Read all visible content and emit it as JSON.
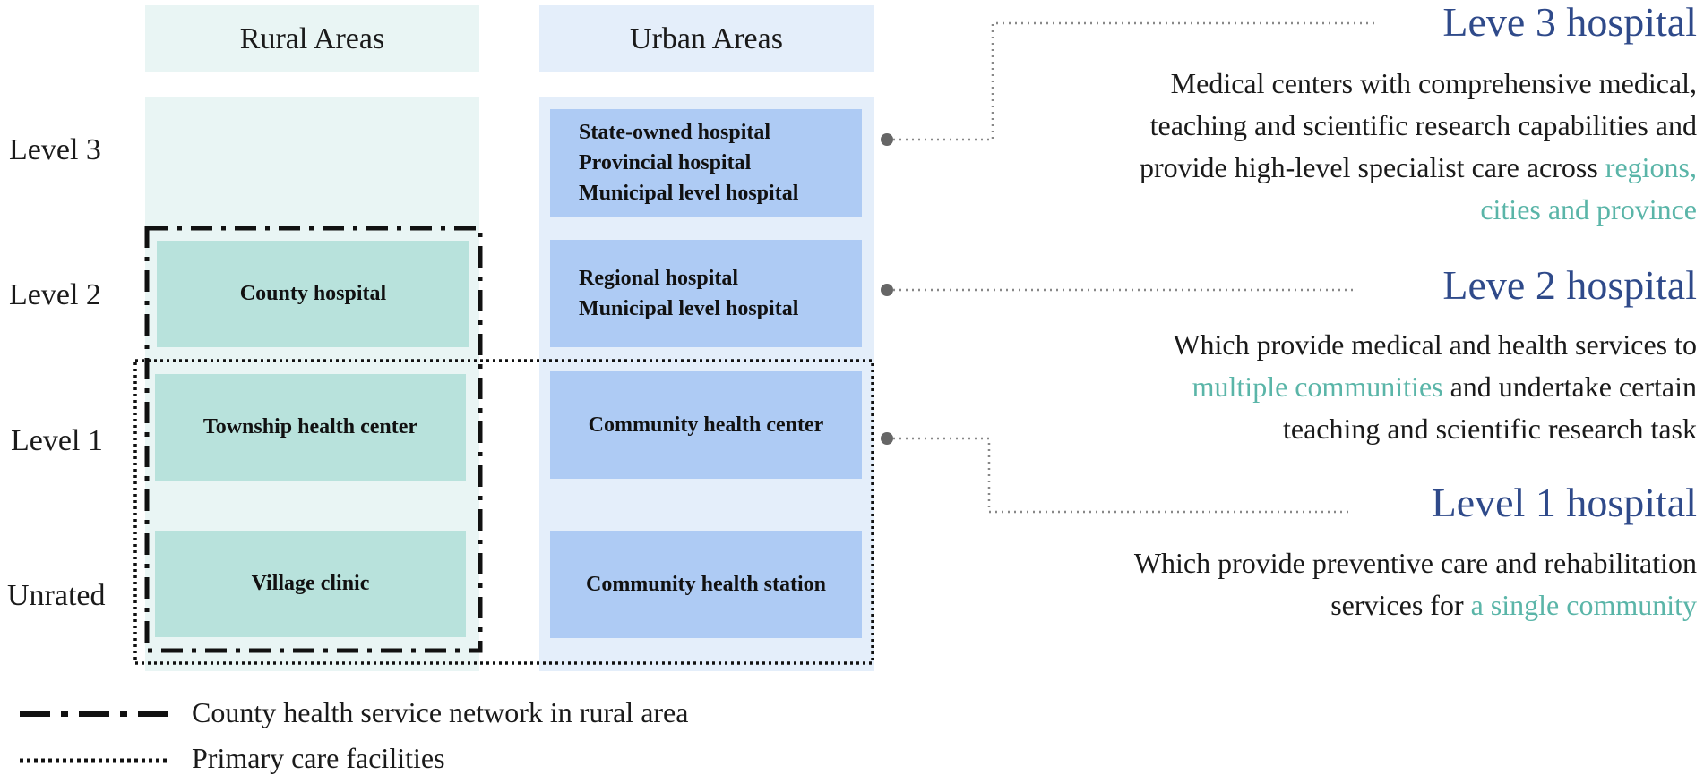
{
  "columns": {
    "rural": "Rural Areas",
    "urban": "Urban Areas"
  },
  "levels": {
    "l3": "Level 3",
    "l2": "Level 2",
    "l1": "Level 1",
    "unrated": "Unrated"
  },
  "rural_facilities": {
    "county": "County hospital",
    "township": "Township health center",
    "village": "Village clinic"
  },
  "urban_facilities": {
    "l3": [
      "State-owned hospital",
      "Provincial hospital",
      "Municipal level hospital"
    ],
    "l2": [
      "Regional hospital",
      "Municipal level hospital"
    ],
    "community_center": "Community health center",
    "community_station": "Community health station"
  },
  "descriptions": {
    "l3": {
      "title": "Leve 3 hospital",
      "line1": "Medical centers with comprehensive medical,",
      "line2": "teaching and scientific research capabilities and",
      "line3_pre": "provide high-level specialist care across ",
      "line3_hl": "regions,",
      "line4_hl": "cities and province"
    },
    "l2": {
      "title": "Leve 2 hospital",
      "line1": "Which provide medical and health services to",
      "line2_hl": "multiple communities",
      "line2_post": " and undertake certain",
      "line3": "teaching and scientific research task"
    },
    "l1": {
      "title": "Level 1 hospital",
      "line1": "Which provide preventive care and rehabilitation",
      "line2_pre": "services for ",
      "line2_hl": "a single community"
    }
  },
  "legend": {
    "dashdot": "County health service network in rural area",
    "dotted": "Primary care facilities"
  },
  "colors": {
    "rural_bg": "#e9f5f4",
    "urban_bg": "#e4eefa",
    "rural_box": "#b8e2dc",
    "urban_box": "#aecbf4",
    "title": "#2f4a8a",
    "highlight": "#5ab5a8"
  }
}
